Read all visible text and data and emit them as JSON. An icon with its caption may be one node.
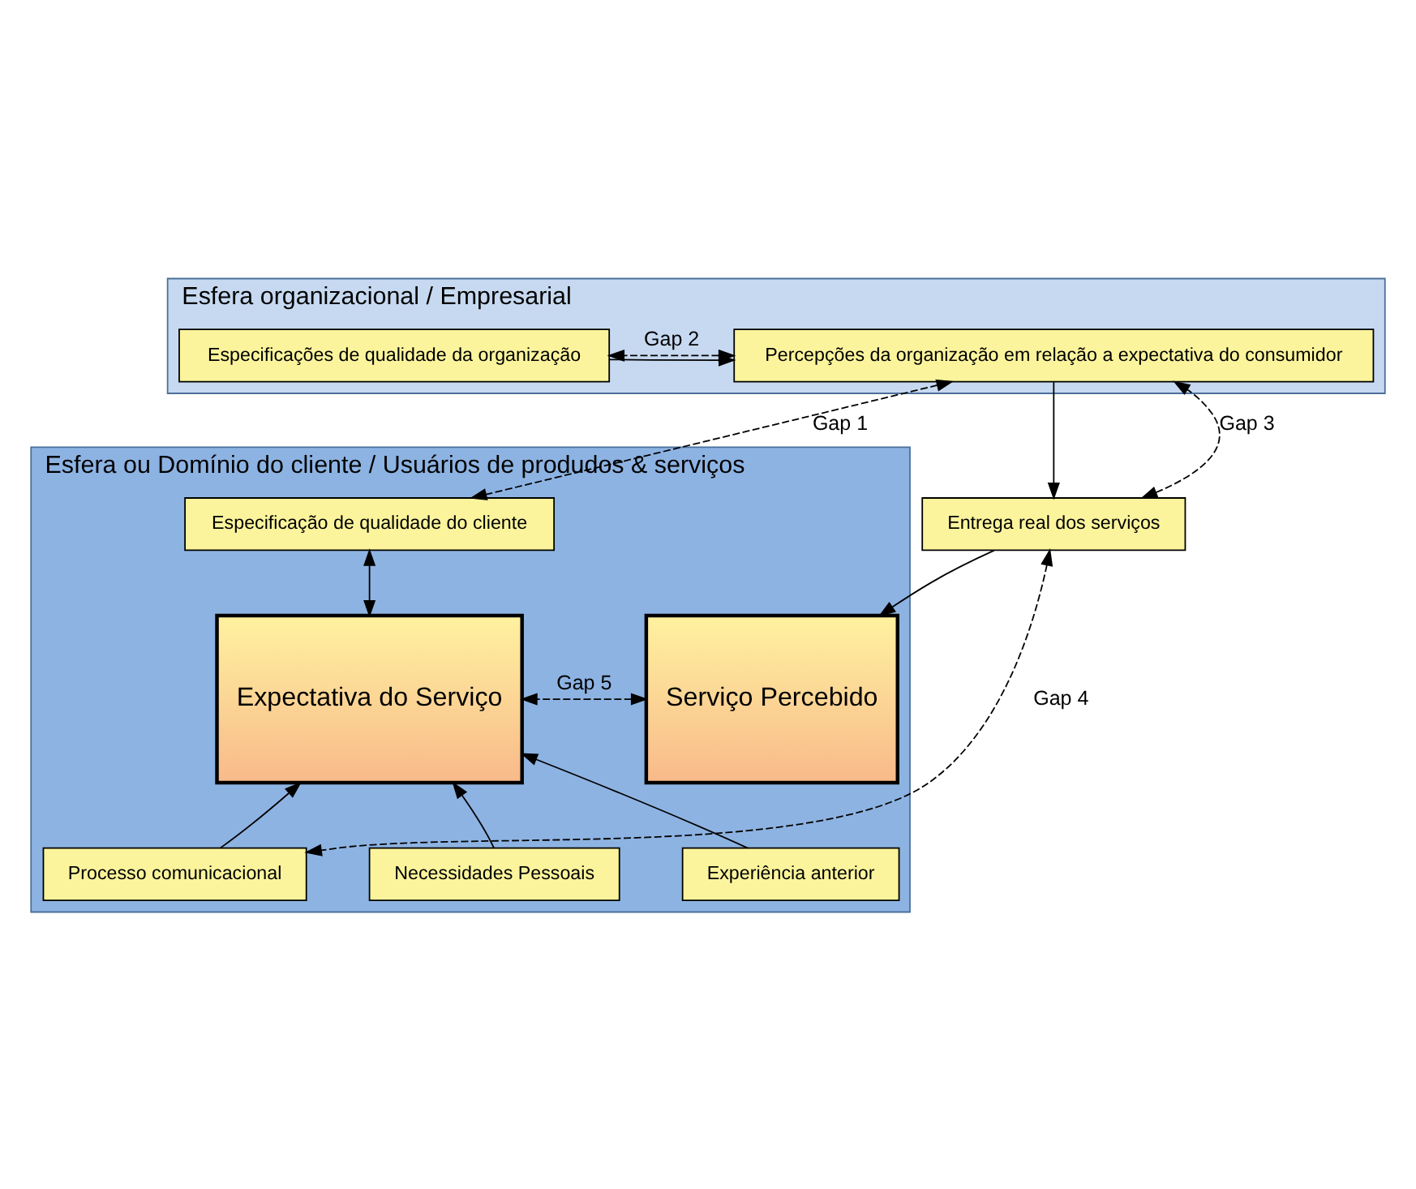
{
  "diagram": {
    "nodes": [
      {
        "text": [
          "Esfera organizacional / Empresarial"
        ]
      },
      {
        "text": [
          "Percepções da organização em relação a expectativa do consumidor"
        ],
        "in": 0
      },
      {
        "text": [
          "Especificações de qualidade da organização"
        ],
        "in": 0
      },
      {
        "text": [
          "Entrega real dos serviços"
        ]
      },
      {
        "text": [
          "Esfera ou Domínio do cliente / Usuários de produdos & serviços"
        ]
      },
      {
        "text": [
          "Especificação de qualidade do cliente"
        ],
        "in": 4
      },
      {
        "text": [
          "Serviço Percebido"
        ],
        "in": 4
      },
      {
        "text": [
          "Expectativa do Serviço"
        ],
        "in": 4
      },
      {
        "text": [
          "Processo comunicacional"
        ],
        "in": 4
      },
      {
        "text": [
          "Necessidades Pessoais"
        ],
        "in": 4
      },
      {
        "text": [
          "Experiência anterior"
        ],
        "in": 4
      }
    ],
    "edges": [
      {
        "from": 2,
        "to": 1,
        "arrow": "to"
      },
      {
        "from": 1,
        "to": 3,
        "arrow": "to"
      },
      {
        "from": 3,
        "to": 6,
        "arrow": "to"
      },
      {
        "from": 5,
        "to": 7,
        "arrow": "both"
      },
      {
        "from": 8,
        "to": 7,
        "arrow": "to"
      },
      {
        "from": 9,
        "to": 7,
        "arrow": "to"
      },
      {
        "from": 10,
        "to": 7,
        "arrow": "to"
      },
      {
        "from": 1,
        "to": 2,
        "arrow": "both",
        "style": "dashed",
        "label": "Gap 2"
      },
      {
        "from": 3,
        "to": 1,
        "arrow": "both",
        "style": "dashed",
        "label": "Gap 3"
      },
      {
        "from": 1,
        "to": 5,
        "arrow": "both",
        "style": "dashed",
        "label": "Gap 1"
      },
      {
        "from": 6,
        "to": 7,
        "arrow": "both",
        "style": "dashed",
        "label": "Gap 5"
      },
      {
        "from": 3,
        "to": 8,
        "arrow": "both",
        "style": "dashed",
        "label": "Gap 4"
      }
    ]
  }
}
